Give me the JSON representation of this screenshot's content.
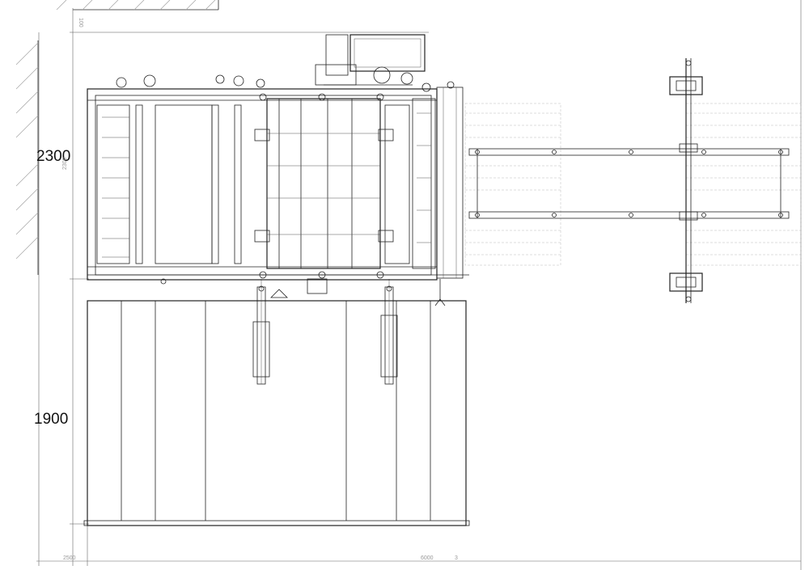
{
  "dimensions": {
    "left_top": "2300",
    "left_bottom": "1900",
    "top_small": "100",
    "frame_height_small": "2300",
    "bottom_left_small": "2500",
    "bottom_right_small": "6000",
    "bottom_right_mark": "3"
  }
}
